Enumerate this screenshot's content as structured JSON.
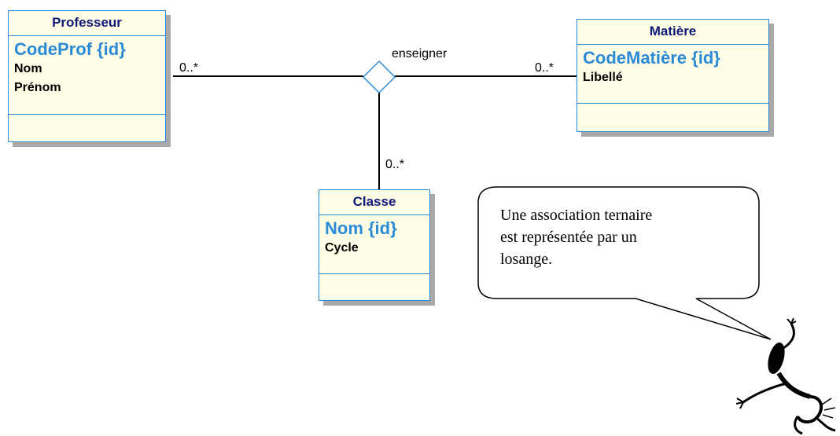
{
  "entities": {
    "professeur": {
      "title": "Professeur",
      "id_attr": "CodeProf {id}",
      "attrs": [
        "Nom",
        "Prénom"
      ]
    },
    "matiere": {
      "title": "Matière",
      "id_attr": "CodeMatière {id}",
      "attrs": [
        "Libellé"
      ]
    },
    "classe": {
      "title": "Classe",
      "id_attr": "Nom {id}",
      "attrs": [
        "Cycle"
      ]
    }
  },
  "association": {
    "name": "enseigner",
    "mult_professeur": "0..*",
    "mult_matiere": "0..*",
    "mult_classe": "0..*"
  },
  "callout": {
    "lines": [
      "Une association ternaire",
      "est représentée par un",
      "losange."
    ]
  },
  "colors": {
    "entity_border": "#2a8ad6",
    "entity_fill": "#fffde6",
    "title_text": "#0f1a78",
    "id_text": "#2a8ad6",
    "shadow": "#a9a9a9"
  }
}
